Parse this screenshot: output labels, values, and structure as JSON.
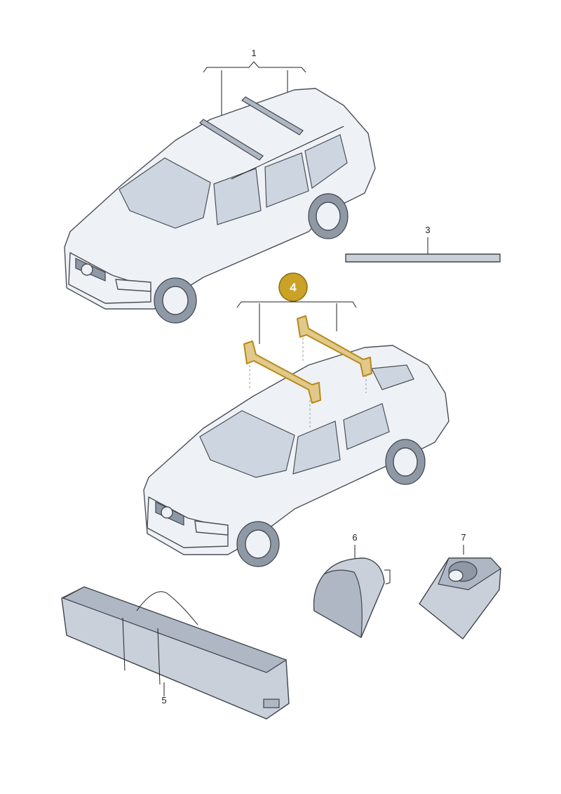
{
  "callouts": {
    "p1": "1",
    "p3": "3",
    "p4": "4",
    "p5": "5",
    "p6": "6",
    "p7": "7"
  },
  "colors": {
    "highlight_badge": "#c9a227",
    "highlight_outline": "#b88a1a",
    "line_art": "#4a4f57"
  }
}
